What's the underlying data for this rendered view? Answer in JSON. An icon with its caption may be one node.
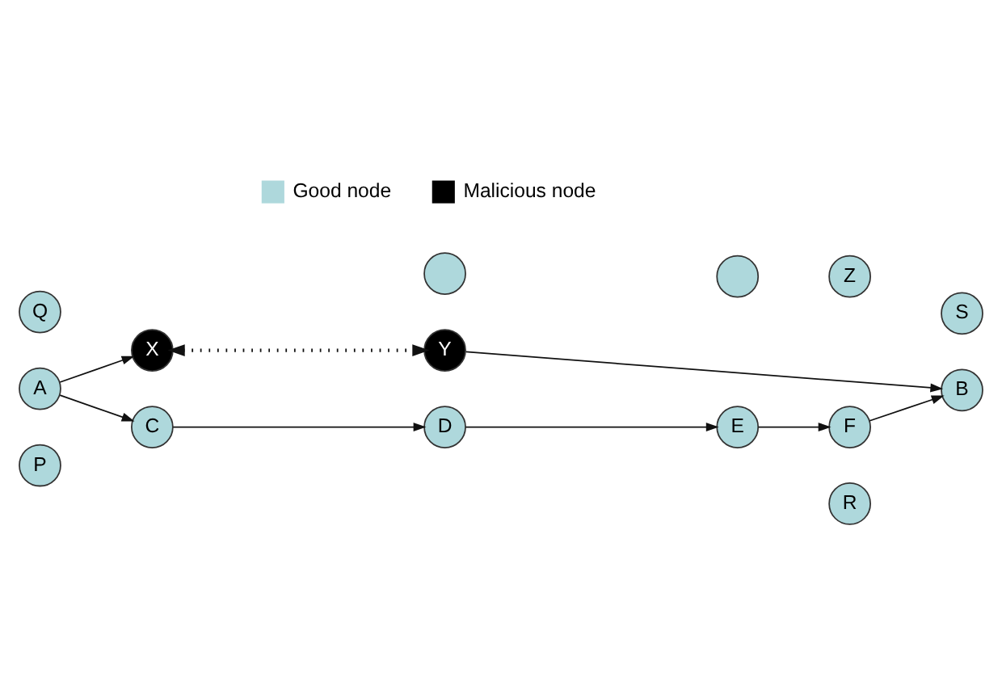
{
  "diagram": {
    "nodes": [
      {
        "text": [
          "P"
        ]
      },
      {
        "text": [
          "R"
        ]
      },
      {
        "text": [
          "A"
        ]
      },
      {
        "text": [
          "X"
        ]
      },
      {
        "text": [
          "Z"
        ]
      },
      {
        "text": [
          "Y"
        ]
      },
      {
        "text": [
          "Q"
        ]
      },
      {
        "text": [
          "S"
        ]
      },
      {
        "text": [],
        "shape": "circle"
      },
      {
        "text": [],
        "shape": "circle"
      },
      {
        "text": [
          "B"
        ]
      },
      {
        "text": [
          "C"
        ]
      },
      {
        "text": [
          "D"
        ]
      },
      {
        "text": [
          "E"
        ]
      },
      {
        "text": [
          "F"
        ]
      }
    ],
    "edges": [
      {
        "from": 2,
        "to": 3,
        "arrow": "to"
      },
      {
        "from": 3,
        "to": 5,
        "arrow": "both",
        "style": "dashed"
      },
      {
        "from": 5,
        "to": 10,
        "arrow": "to"
      },
      {
        "from": 2,
        "to": 11,
        "arrow": "to"
      },
      {
        "from": 11,
        "to": 12,
        "arrow": "to"
      },
      {
        "from": 12,
        "to": 13,
        "arrow": "to"
      },
      {
        "from": 13,
        "to": 14,
        "arrow": "to"
      },
      {
        "from": 14,
        "to": 10,
        "arrow": "to"
      }
    ],
    "legend": [
      {
        "text": "Good node",
        "color": "#aed8dc"
      },
      {
        "text": "Malicious node",
        "color": "#000000"
      }
    ]
  }
}
